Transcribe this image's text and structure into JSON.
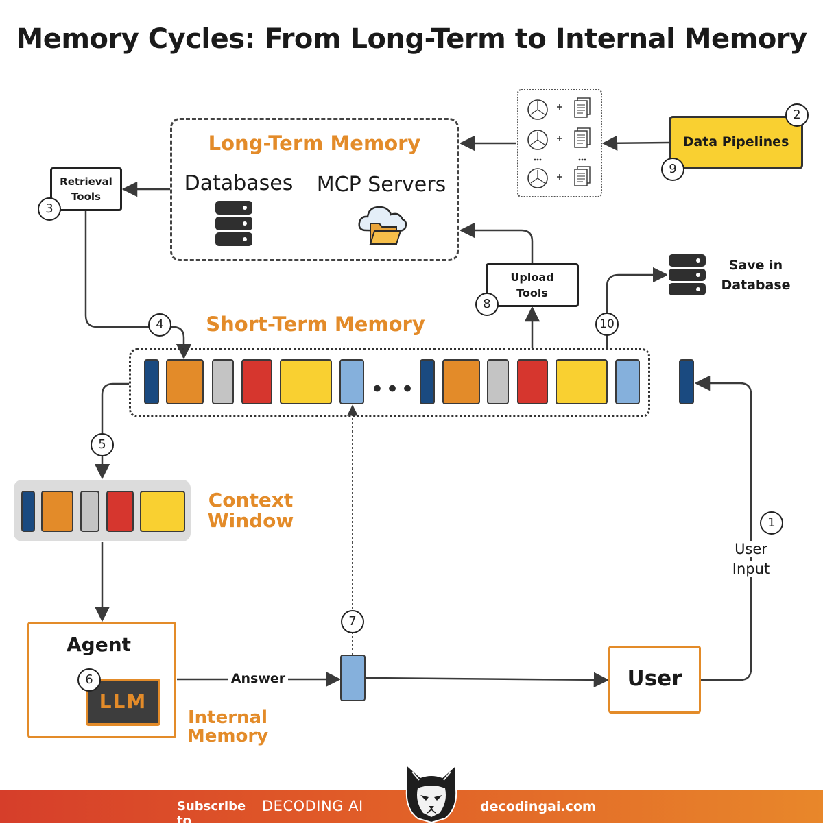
{
  "title": "Memory Cycles: From Long-Term to Internal Memory",
  "long_term_memory": {
    "label": "Long-Term Memory",
    "databases_label": "Databases",
    "mcp_label": "MCP Servers"
  },
  "data_pipelines": {
    "label": "Data Pipelines"
  },
  "retrieval_tools": {
    "label": "Retrieval\nTools"
  },
  "upload_tools": {
    "label": "Upload\nTools"
  },
  "save_in_database": {
    "label_line1": "Save in",
    "label_line2": "Database"
  },
  "short_term_memory": {
    "label": "Short-Term Memory"
  },
  "context_window": {
    "label_line1": "Context",
    "label_line2": "Window"
  },
  "agent": {
    "label": "Agent",
    "llm_label": "LLM"
  },
  "internal_memory": {
    "label_line1": "Internal",
    "label_line2": "Memory"
  },
  "answer_label": "Answer",
  "user": {
    "label": "User"
  },
  "user_input": {
    "label_line1": "User",
    "label_line2": "Input"
  },
  "steps": [
    "1",
    "2",
    "3",
    "4",
    "5",
    "6",
    "7",
    "8",
    "9",
    "10"
  ],
  "ellipsis": "•••",
  "colors": {
    "orange": "#e38b29",
    "navy": "#1a4a80",
    "light_blue": "#85b0dc",
    "gray": "#c4c4c4",
    "red": "#d6362e",
    "yellow": "#f9d031",
    "llm_dark": "#3d3d3d"
  },
  "footer": {
    "subscribe": "Subscribe to",
    "brand": "DECODING AI",
    "url": "decodingai.com"
  }
}
